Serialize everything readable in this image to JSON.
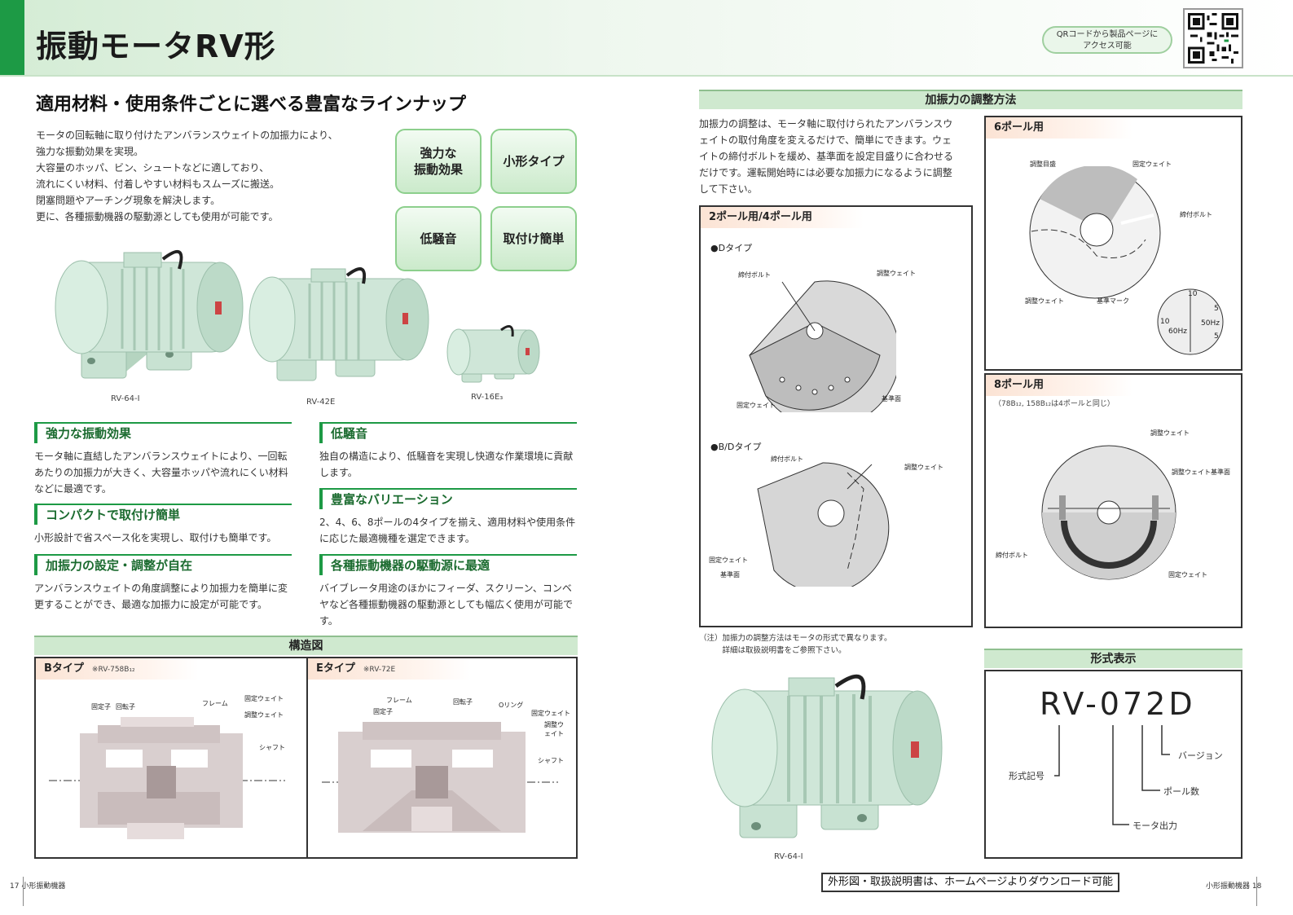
{
  "header": {
    "title": "振動モータRV形",
    "qr_pill_1": "QRコードから製品ページに",
    "qr_pill_2": "アクセス可能"
  },
  "left": {
    "subtitle": "適用材料・使用条件ごとに選べる豊富なラインナップ",
    "intro": [
      "モータの回転軸に取り付けたアンバランスウェイトの加振力により、",
      "強力な振動効果を実現。",
      "大容量のホッパ、ビン、シュートなどに適しており、",
      "流れにくい材料、付着しやすい材料もスムーズに搬送。",
      "閉塞問題やアーチング現象を解決します。",
      "更に、各種振動機器の駆動源としても使用が可能です。"
    ],
    "features": {
      "f1": "強力な\n振動効果",
      "f2": "小形タイプ",
      "f3": "低騒音",
      "f4": "取付け簡単"
    },
    "motor_captions": {
      "m1": "RV-64-Ⅰ",
      "m2": "RV-42E",
      "m3": "RV-16E₃"
    },
    "sections": {
      "s1_h": "強力な振動効果",
      "s1_b": "モータ軸に直結したアンバランスウェイトにより、一回転あたりの加振力が大きく、大容量ホッパや流れにくい材料などに最適です。",
      "s2_h": "コンパクトで取付け簡単",
      "s2_b": "小形設計で省スペース化を実現し、取付けも簡単です。",
      "s3_h": "加振力の設定・調整が自在",
      "s3_b": "アンバランスウェイトの角度調整により加振力を簡単に変更することができ、最適な加振力に設定が可能です。",
      "s4_h": "低騒音",
      "s4_b": "独自の構造により、低騒音を実現し快適な作業環境に貢献します。",
      "s5_h": "豊富なバリエーション",
      "s5_b": "2、4、6、8ポールの4タイプを揃え、適用材料や使用条件に応じた最適機種を選定できます。",
      "s6_h": "各種振動機器の駆動源に最適",
      "s6_b": "バイブレータ用途のほかにフィーダ、スクリーン、コンベヤなど各種振動機器の駆動源としても幅広く使用が可能です。"
    },
    "structure": {
      "band": "構造図",
      "b_tab": "Bタイプ",
      "b_note": "※RV-758B₁₂",
      "e_tab": "Eタイプ",
      "e_note": "※RV-72E",
      "b_labels": {
        "l1": "固定子",
        "l2": "回転子",
        "l3": "フレーム",
        "l4": "固定ウェイト",
        "l5": "調整ウェイト",
        "l6": "シャフト"
      },
      "e_labels": {
        "l1": "フレーム",
        "l2": "固定子",
        "l3": "回転子",
        "l4": "Oリング",
        "l5": "固定ウェイト",
        "l6": "調整ウェイト",
        "l7": "シャフト"
      }
    },
    "footer": "17  小形振動機器"
  },
  "right": {
    "adjust_band": "加振力の調整方法",
    "adjust_text": "加振力の調整は、モータ軸に取付けられたアンバランスウェイトの取付角度を変えるだけで、簡単にできます。ウェイトの締付ボルトを緩め、基準面を設定目盛りに合わせるだけです。運転開始時には必要な加振力になるように調整して下さい。",
    "pole24": {
      "tab": "2ポール用/4ポール用",
      "d_type": "●Dタイプ",
      "bd_type": "●B/Dタイプ",
      "d_labels": {
        "l1": "締付ボルト",
        "l2": "調整ウェイト",
        "l3": "固定ウェイト",
        "l4": "基準面"
      },
      "bd_labels": {
        "l1": "締付ボルト",
        "l2": "調整ウェイト",
        "l3": "固定ウェイト",
        "l4": "基準面"
      }
    },
    "pole6": {
      "tab": "6ポール用",
      "labels": {
        "l1": "調整目盛",
        "l2": "固定ウェイト",
        "l3": "締付ボルト",
        "l4": "調整ウェイト",
        "l5": "基準マーク"
      },
      "dial": {
        "d1": "10",
        "d2": "5",
        "d3": "50Hz",
        "d4": "60Hz",
        "d5": "10",
        "d6": "5"
      }
    },
    "pole8": {
      "tab": "8ポール用",
      "note": "（78B₁₂, 158B₁₂は4ポールと同じ）",
      "labels": {
        "l1": "調整ウェイト",
        "l2": "調整ウェイト基準面",
        "l3": "締付ボルト",
        "l4": "固定ウェイト"
      }
    },
    "note_1": "（注）加振力の調整方法はモータの形式で異なります。",
    "note_2": "　　　詳細は取扱説明書をご参照下さい。",
    "motor_caption": "RV-64-Ⅰ",
    "model": {
      "band": "形式表示",
      "code": "RV-072D",
      "l_version": "バージョン",
      "l_series": "形式記号",
      "l_poles": "ポール数",
      "l_output": "モータ出力"
    },
    "download": "外形図・取扱説明書は、ホームページよりダウンロード可能",
    "footer": "小形振動機器  18"
  }
}
